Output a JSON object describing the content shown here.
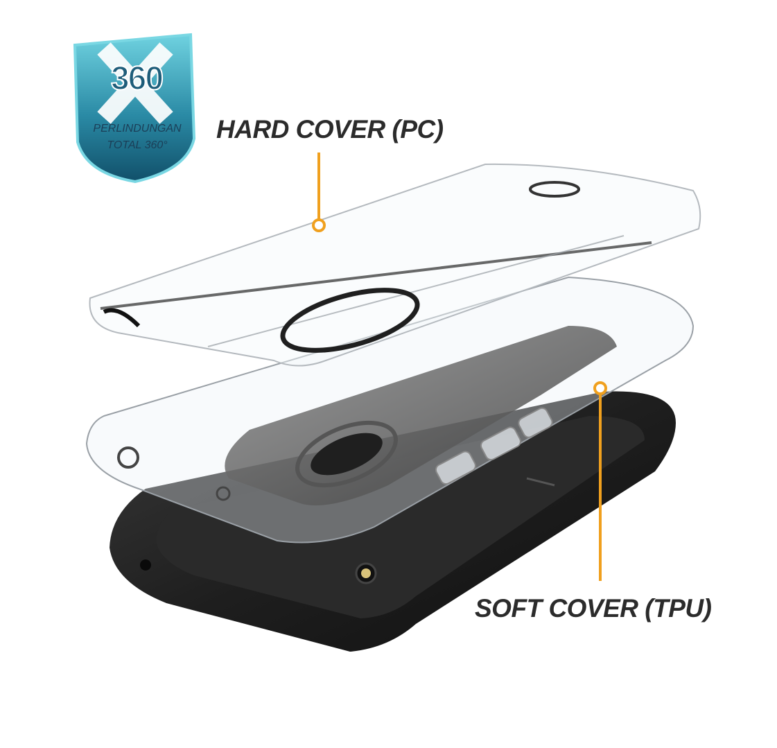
{
  "badge": {
    "number": "360",
    "line1": "PERLINDUNGAN",
    "line2": "TOTAL 360°",
    "colors": {
      "shield_light": "#57c6d8",
      "shield_dark": "#11506a",
      "cross": "#ffffff"
    }
  },
  "callouts": {
    "hard_cover": "HARD COVER (PC)",
    "soft_cover": "SOFT COVER (TPU)",
    "pointer_color": "#f0a01e"
  },
  "colors": {
    "background": "#ffffff",
    "phone_body": "#1c1c1c",
    "label_text": "#2b2b2b"
  }
}
